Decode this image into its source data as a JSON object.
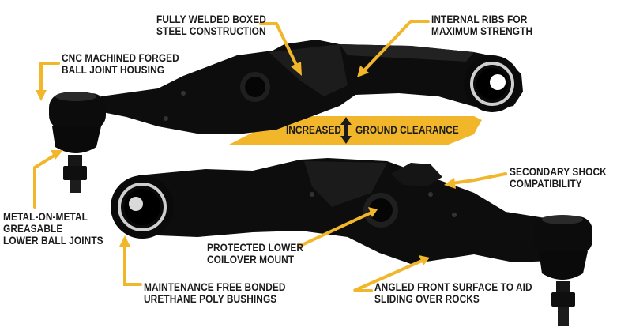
{
  "colors": {
    "accent": "#f2b62b",
    "arm": "#0d0d0d",
    "text": "#1b1b1b"
  },
  "callouts": {
    "fully_welded": [
      "FULLY WELDED BOXED",
      "STEEL CONSTRUCTION"
    ],
    "internal_ribs": [
      "INTERNAL RIBS FOR",
      "MAXIMUM STRENGTH"
    ],
    "cnc_housing": [
      "CNC MACHINED FORGED",
      "BALL JOINT HOUSING"
    ],
    "ball_joints": [
      "METAL-ON-METAL",
      "GREASABLE",
      "LOWER BALL JOINTS"
    ],
    "secondary_shock": [
      "SECONDARY SHOCK",
      "COMPATIBILITY"
    ],
    "coilover_mount": [
      "PROTECTED LOWER",
      "COILOVER MOUNT"
    ],
    "bushings": [
      "MAINTENANCE FREE BONDED",
      "URETHANE POLY BUSHINGS"
    ],
    "angled_surface": [
      "ANGLED FRONT SURFACE TO AID",
      "SLIDING OVER ROCKS"
    ]
  },
  "banner": {
    "left": "INCREASED",
    "right": "GROUND CLEARANCE",
    "icon": "double-arrow-vertical-icon"
  }
}
